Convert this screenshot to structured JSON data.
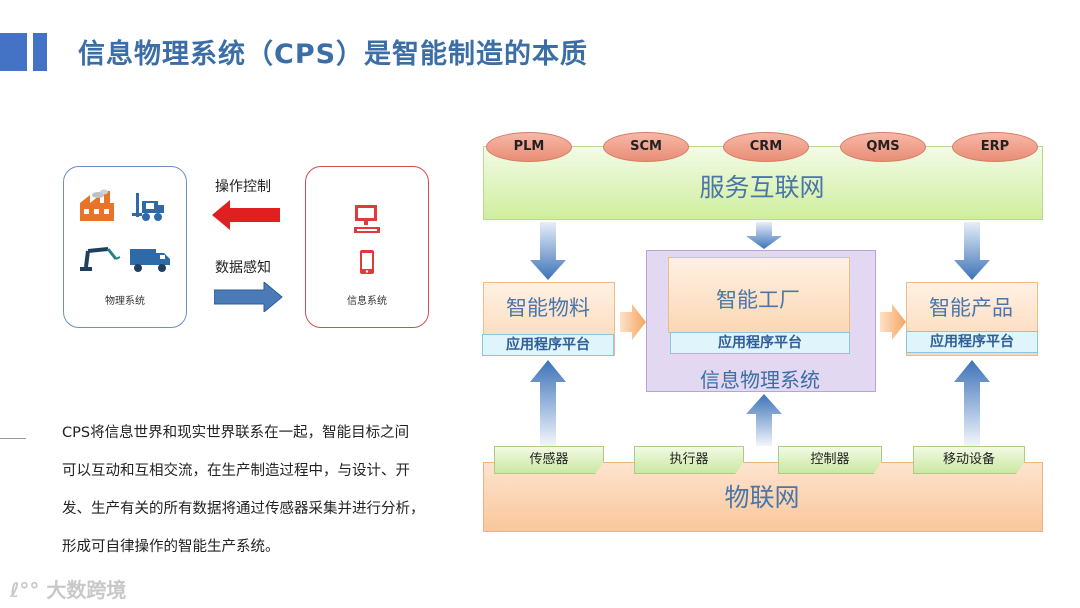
{
  "title": "信息物理系统（CPS）是智能制造的本质",
  "left_diagram": {
    "physical_label": "物理系统",
    "info_label": "信息系统",
    "control_label": "操作控制",
    "sensing_label": "数据感知"
  },
  "paragraph": [
    "CPS将信息世界和现实世界联系在一起，智能目标之间",
    "可以互动和互相交流，在生产制造过程中，与设计、开",
    "发、生产有关的所有数据将通过传感器采集并进行分析，",
    "形成可自律操作的智能生产系统。"
  ],
  "watermark": "大数跨境",
  "diagram": {
    "services": [
      "PLM",
      "SCM",
      "CRM",
      "QMS",
      "ERP"
    ],
    "service_net": "服务互联网",
    "smart_material": "智能物料",
    "smart_factory": "智能工厂",
    "smart_product": "智能产品",
    "app_platform": "应用程序平台",
    "cps_label": "信息物理系统",
    "iot": "物联网",
    "devices": [
      "传感器",
      "执行器",
      "控制器",
      "移动设备"
    ]
  },
  "colors": {
    "accent_blue": "#4472c4",
    "title_blue": "#3b6ea5",
    "arrow_red": "#e02020",
    "arrow_blue": "#4a7ab8"
  },
  "icons": [
    "factory-icon",
    "forklift-icon",
    "robot-arm-icon",
    "truck-icon",
    "computer-icon",
    "phone-icon"
  ]
}
